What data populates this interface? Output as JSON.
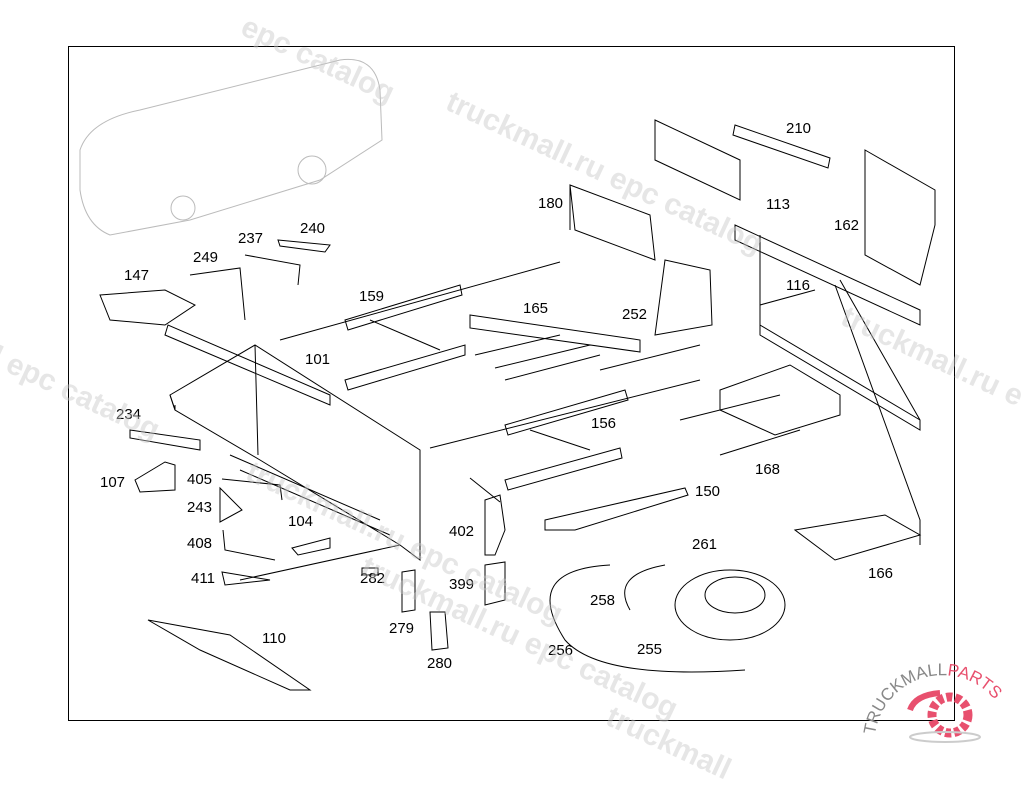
{
  "diagram": {
    "parts": [
      {
        "id": "210",
        "label": "210"
      },
      {
        "id": "113",
        "label": "113"
      },
      {
        "id": "180",
        "label": "180"
      },
      {
        "id": "162",
        "label": "162"
      },
      {
        "id": "240",
        "label": "240"
      },
      {
        "id": "237",
        "label": "237"
      },
      {
        "id": "249",
        "label": "249"
      },
      {
        "id": "147",
        "label": "147"
      },
      {
        "id": "116",
        "label": "116"
      },
      {
        "id": "159",
        "label": "159"
      },
      {
        "id": "165",
        "label": "165"
      },
      {
        "id": "252",
        "label": "252"
      },
      {
        "id": "101",
        "label": "101"
      },
      {
        "id": "234",
        "label": "234"
      },
      {
        "id": "156",
        "label": "156"
      },
      {
        "id": "168",
        "label": "168"
      },
      {
        "id": "107",
        "label": "107"
      },
      {
        "id": "405",
        "label": "405"
      },
      {
        "id": "150",
        "label": "150"
      },
      {
        "id": "243",
        "label": "243"
      },
      {
        "id": "104",
        "label": "104"
      },
      {
        "id": "402",
        "label": "402"
      },
      {
        "id": "261",
        "label": "261"
      },
      {
        "id": "408",
        "label": "408"
      },
      {
        "id": "166",
        "label": "166"
      },
      {
        "id": "411",
        "label": "411"
      },
      {
        "id": "282",
        "label": "282"
      },
      {
        "id": "399",
        "label": "399"
      },
      {
        "id": "258",
        "label": "258"
      },
      {
        "id": "279",
        "label": "279"
      },
      {
        "id": "110",
        "label": "110"
      },
      {
        "id": "280",
        "label": "280"
      },
      {
        "id": "256",
        "label": "256"
      },
      {
        "id": "255",
        "label": "255"
      }
    ]
  },
  "watermarks": [
    "epc catalog",
    "truckmall.ru epc catalog",
    "l epc catalog",
    "truckmall.ru e",
    "truckmall.ru epc catalog",
    "truckmall.ru epc catalog",
    "truckmall"
  ],
  "logo": {
    "text_left": "TRUCKMALL",
    "text_right": "PARTS",
    "color_gray": "#888888",
    "color_red": "#e8506e"
  }
}
